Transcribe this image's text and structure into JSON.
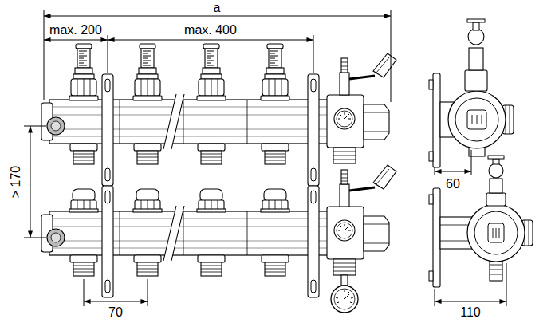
{
  "diagram": {
    "labels": [
      "a",
      "max. 200",
      "max. 400",
      "> 170",
      "70",
      "60",
      "110"
    ]
  }
}
